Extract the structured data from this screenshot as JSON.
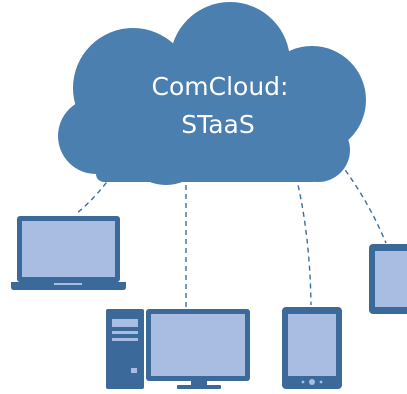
{
  "cloud": {
    "label_line1": "ComCloud:",
    "label_line2": "STaaS"
  },
  "colors": {
    "cloud_fill": "#4a7fb0",
    "device_dark": "#3b6a9a",
    "device_frame": "#2f5d8a",
    "screen_fill": "#a9bde2",
    "line_color": "#3a6f9c",
    "background": "#ffffff"
  },
  "devices": [
    {
      "kind": "laptop",
      "icon": "laptop-icon"
    },
    {
      "kind": "desktop",
      "icon": "desktop-computer-icon"
    },
    {
      "kind": "tablet",
      "icon": "tablet-icon"
    },
    {
      "kind": "phone",
      "icon": "smartphone-icon"
    }
  ]
}
